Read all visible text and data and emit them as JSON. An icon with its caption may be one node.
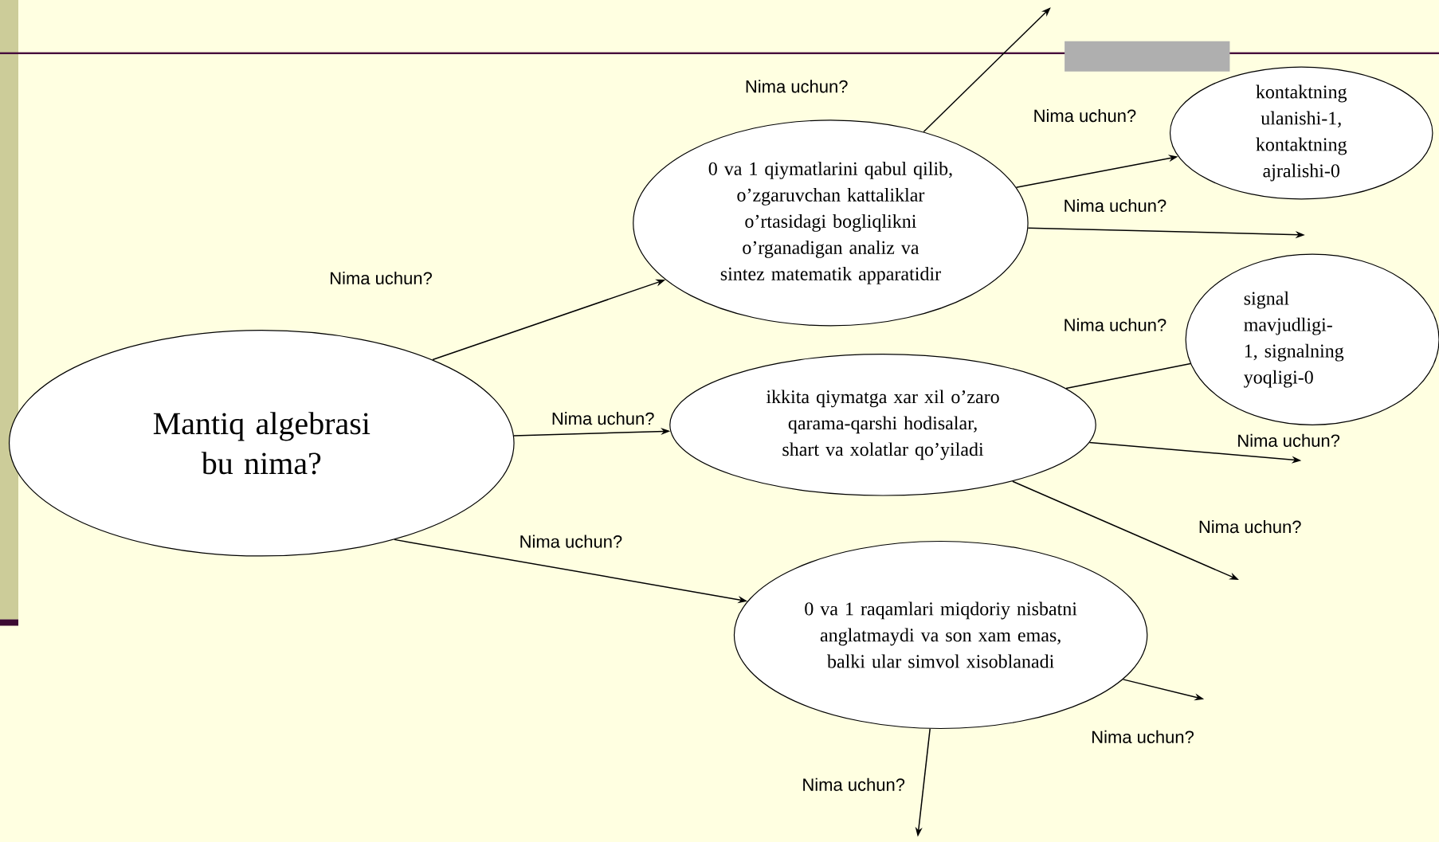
{
  "diagram": {
    "nodes": [
      {
        "text": [
          "Mantiq algebrasi bu nima?"
        ]
      },
      {
        "text": [
          "0 va 1 qiymatlarini qabul qilib, o’zgaruvchan kattaliklar o’rtasidagi bogliqlikni o’rganadigan analiz va sintez matematik apparatidir"
        ]
      },
      {
        "text": [
          "ikkita qiymatga xar xil o’zaro qarama-qarshi hodisalar, shart va xolatlar qo’yiladi"
        ]
      },
      {
        "text": [
          "0 va 1 raqamlari miqdoriy nisbatni anglatmaydi va son xam emas, balki ular simvol xisoblanadi"
        ]
      },
      {
        "text": [
          "kontaktning ulanishi-1, kontaktning ajralishi-0"
        ]
      },
      {
        "text": [
          "signal mavjudligi-1, signalning yoqligi-0"
        ]
      }
    ],
    "edges": [
      {
        "from": 0,
        "to": 1,
        "arrow": "to",
        "label": "Nima uchun?"
      },
      {
        "from": 0,
        "to": 2,
        "arrow": "to",
        "label": "Nima uchun?"
      },
      {
        "from": 0,
        "to": 3,
        "arrow": "to",
        "label": "Nima uchun?"
      },
      {
        "from": 1,
        "to": null,
        "arrow": "to",
        "label": "Nima uchun?"
      },
      {
        "from": 1,
        "to": 4,
        "arrow": "to",
        "label": "Nima uchun?"
      },
      {
        "from": 1,
        "to": null,
        "arrow": "to",
        "label": "Nima uchun?"
      },
      {
        "from": 2,
        "to": 5,
        "arrow": "none",
        "label": "Nima uchun?"
      },
      {
        "from": 2,
        "to": null,
        "arrow": "to",
        "label": "Nima uchun?"
      },
      {
        "from": 2,
        "to": null,
        "arrow": "to",
        "label": "Nima uchun?"
      },
      {
        "from": 3,
        "to": null,
        "arrow": "to",
        "label": "Nima uchun?"
      },
      {
        "from": 3,
        "to": null,
        "arrow": "to",
        "label": "Nima uchun?"
      }
    ]
  }
}
